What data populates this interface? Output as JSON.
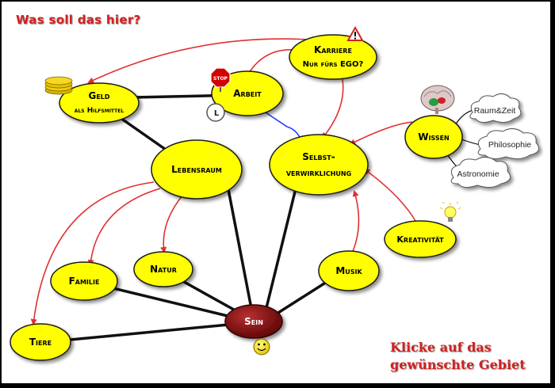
{
  "header": {
    "title": "Was soll das hier?"
  },
  "footer": {
    "line1": "Klicke auf das",
    "line2": "gewünschte Gebiet"
  },
  "nodes": {
    "karriere": {
      "line1": "Karriere",
      "line2": "Nur fürs EGO?"
    },
    "geld": {
      "line1": "Geld",
      "line2": "als Hilfsmittel"
    },
    "arbeit": {
      "line1": "Arbeit"
    },
    "lebensraum": {
      "line1": "Lebensraum"
    },
    "selbst": {
      "line1": "Selbst-",
      "line2": "verwirklichung"
    },
    "wissen": {
      "line1": "Wissen"
    },
    "kreativitaet": {
      "line1": "Kreativität"
    },
    "natur": {
      "line1": "Natur"
    },
    "familie": {
      "line1": "Familie"
    },
    "musik": {
      "line1": "Musik"
    },
    "tiere": {
      "line1": "Tiere"
    },
    "sein": {
      "line1": "Sein"
    }
  },
  "clouds": {
    "raumzeit": "Raum&Zeit",
    "philosophie": "Philosophie",
    "astronomie": "Astronomie"
  },
  "icons": {
    "stop_sign": "STOP",
    "clock": "L"
  },
  "colors": {
    "node_fill": "#ffff00",
    "node_stroke": "#1a1a1a",
    "center_fill": "#7a0a0a",
    "red_arrow": "#e03030",
    "blue_link": "#1e3cff",
    "heading_red": "#d42020"
  }
}
